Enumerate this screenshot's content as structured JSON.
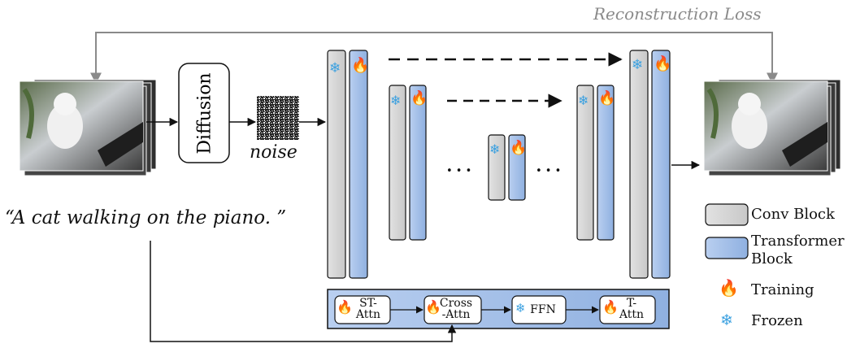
{
  "loss_label": "Reconstruction Loss",
  "diffusion_label": "Diffusion",
  "noise_label": "noise",
  "caption": "“A cat walking on the piano. ”",
  "ellipsis": "• • •",
  "legend": {
    "conv": "Conv Block",
    "transformer_line1": "Transformer",
    "transformer_line2": "Block",
    "training": "Training",
    "frozen": "Frozen"
  },
  "sub_blocks": {
    "st_attn_1": "ST-",
    "st_attn_2": "Attn",
    "cross_attn_1": "Cross",
    "cross_attn_2": "-Attn",
    "ffn": "FFN",
    "t_attn_1": "T-",
    "t_attn_2": "Attn"
  },
  "icons": {
    "training": "flame-icon",
    "frozen": "snowflake-icon"
  },
  "colors": {
    "conv": "#d6d6d6",
    "transformer": "#a9c3ea",
    "flame": "#f08a1c",
    "snow": "#3aa0e0",
    "loss": "#8a8a8a"
  }
}
